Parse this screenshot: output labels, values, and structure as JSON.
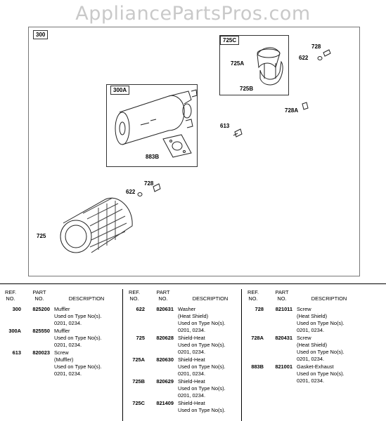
{
  "watermark": "AppliancePartsPros.com",
  "diagram": {
    "main_label": "300",
    "sub_muffler_label": "300A",
    "sub_shield_label": "725C",
    "callouts": {
      "c725A": "725A",
      "c725B": "725B",
      "c728_top": "728",
      "c622_top": "622",
      "c728A": "728A",
      "c613": "613",
      "c883B": "883B",
      "c728_mid": "728",
      "c622_mid": "622",
      "c725": "725"
    }
  },
  "table": {
    "headers": {
      "ref": [
        "REF.",
        "NO."
      ],
      "part": [
        "PART",
        "NO."
      ],
      "desc": "DESCRIPTION"
    },
    "columns": [
      [
        {
          "ref": "300",
          "part": "825200",
          "desc": [
            "Muffler",
            "Used on Type No(s).",
            "0201, 0234."
          ]
        },
        {
          "ref": "300A",
          "part": "825550",
          "desc": [
            "Muffler",
            "Used on Type No(s).",
            "0201, 0234."
          ]
        },
        {
          "ref": "613",
          "part": "820023",
          "desc": [
            "Screw",
            "(Muffler)",
            "Used on Type No(s).",
            "0201, 0234."
          ]
        }
      ],
      [
        {
          "ref": "622",
          "part": "820631",
          "desc": [
            "Washer",
            "(Heat Shield)",
            "Used on Type No(s).",
            "0201, 0234."
          ]
        },
        {
          "ref": "725",
          "part": "820628",
          "desc": [
            "Shield-Heat",
            "Used on Type No(s).",
            "0201, 0234."
          ]
        },
        {
          "ref": "725A",
          "part": "820630",
          "desc": [
            "Shield-Heat",
            "Used on Type No(s).",
            "0201, 0234."
          ]
        },
        {
          "ref": "725B",
          "part": "820629",
          "desc": [
            "Shield-Heat",
            "Used on Type No(s).",
            "0201, 0234."
          ]
        },
        {
          "ref": "725C",
          "part": "821409",
          "desc": [
            "Shield-Heat",
            "Used on Type No(s)."
          ]
        }
      ],
      [
        {
          "ref": "728",
          "part": "821011",
          "desc": [
            "Screw",
            "(Heat Shield)",
            "Used on Type No(s).",
            "0201, 0234."
          ]
        },
        {
          "ref": "728A",
          "part": "820431",
          "desc": [
            "Screw",
            "(Heat Shield)",
            "Used on Type No(s).",
            "0201, 0234."
          ]
        },
        {
          "ref": "883B",
          "part": "821001",
          "desc": [
            "Gasket-Exhaust",
            "Used on Type No(s).",
            "0201, 0234."
          ]
        }
      ]
    ]
  }
}
